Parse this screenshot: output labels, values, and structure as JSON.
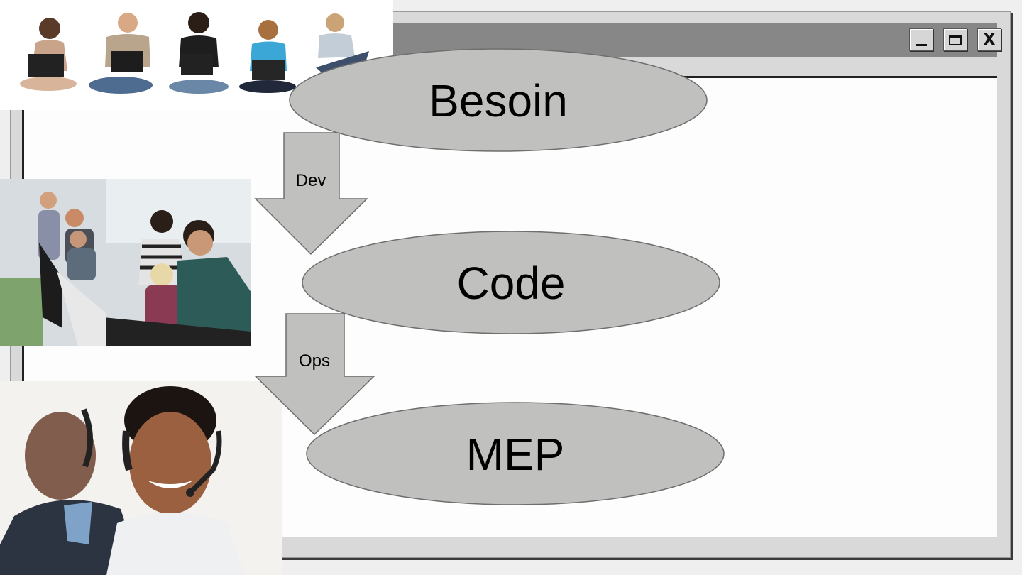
{
  "window": {
    "buttons": {
      "minimize_icon": "minimize-icon",
      "maximize_icon": "maximize-icon",
      "close_label": "X"
    }
  },
  "diagram": {
    "nodes": [
      {
        "id": "besoin",
        "label": "Besoin"
      },
      {
        "id": "code",
        "label": "Code"
      },
      {
        "id": "mep",
        "label": "MEP"
      }
    ],
    "arrows": [
      {
        "from": "besoin",
        "to": "code",
        "label": "Dev"
      },
      {
        "from": "code",
        "to": "mep",
        "label": "Ops"
      }
    ],
    "colors": {
      "node_fill": "#c0c0bf",
      "node_stroke": "#6e6e6e",
      "arrow_fill": "#c0c0bf",
      "arrow_stroke": "#6e6e6e"
    }
  },
  "photos": [
    {
      "id": "students",
      "subject": "students-with-laptops-photo"
    },
    {
      "id": "team",
      "subject": "developer-team-photo"
    },
    {
      "id": "support",
      "subject": "support-operators-photo"
    }
  ]
}
